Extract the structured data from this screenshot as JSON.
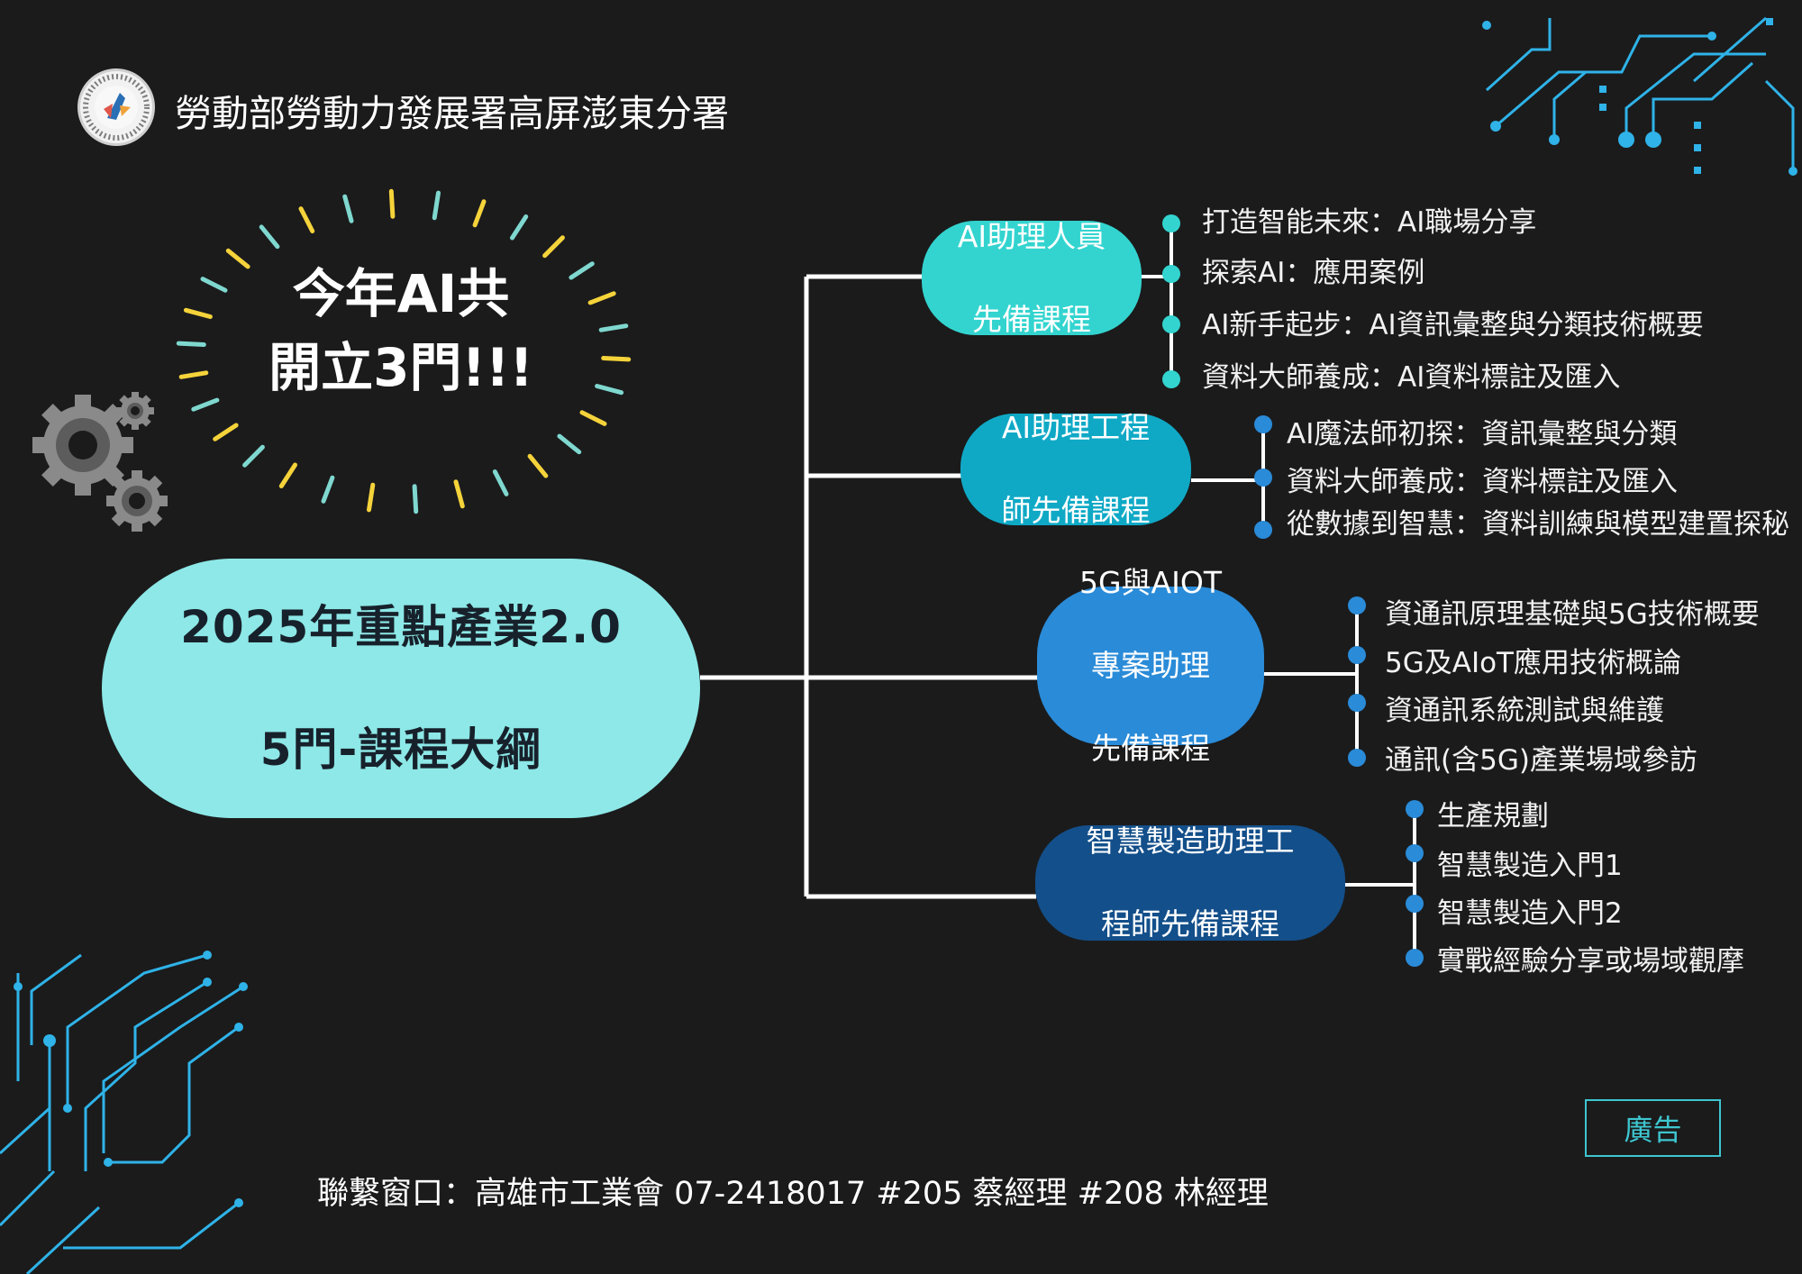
{
  "header": {
    "organization": "勞動部勞動力發展署高屏澎東分署"
  },
  "announcement": {
    "line1": "今年AI共",
    "line2": "開立3門!!!"
  },
  "mindmap": {
    "root": {
      "line1": "2025年重點產業2.0",
      "line2": "5門-課程大綱"
    },
    "branches": [
      {
        "line1": "AI助理人員",
        "line2": "先備課程",
        "items": [
          "打造智能未來：AI職場分享",
          "探索AI：應用案例",
          "AI新手起步：AI資訊彙整與分類技術概要",
          "資料大師養成：AI資料標註及匯入"
        ]
      },
      {
        "line1": "AI助理工程",
        "line2": "師先備課程",
        "items": [
          "AI魔法師初探：資訊彙整與分類",
          "資料大師養成：資料標註及匯入",
          "從數據到智慧：資料訓練與模型建置探秘"
        ]
      },
      {
        "line1": "5G與AIOT",
        "line2": "專案助理",
        "line3": "先備課程",
        "items": [
          "資通訊原理基礎與5G技術概要",
          "5G及AIoT應用技術概論",
          "資通訊系統測試與維護",
          "通訊(含5G)產業場域參訪"
        ]
      },
      {
        "line1": "智慧製造助理工",
        "line2": "程師先備課程",
        "items": [
          "生產規劃",
          "智慧製造入門1",
          "智慧製造入門2",
          "實戰經驗分享或場域觀摩"
        ]
      }
    ]
  },
  "footer": {
    "contact": "聯繫窗口：高雄市工業會  07-2418017 #205 蔡經理 #208  林經理",
    "ad_label": "廣告"
  },
  "colors": {
    "background": "#1b1b1c",
    "root_fill": "#8de8e7",
    "branch1_fill": "#33d4cf",
    "branch2_fill": "#0fa9c6",
    "branch3_fill": "#2a8bd8",
    "branch4_fill": "#134f8a",
    "burst_yellow": "#f5d33a",
    "burst_teal": "#7fd8cf",
    "circuit_blue": "#2fb3e8"
  },
  "icons": {
    "logo": "agency-seal-icon",
    "gears": "gears-icon",
    "circuits": "circuit-decoration-icon"
  }
}
